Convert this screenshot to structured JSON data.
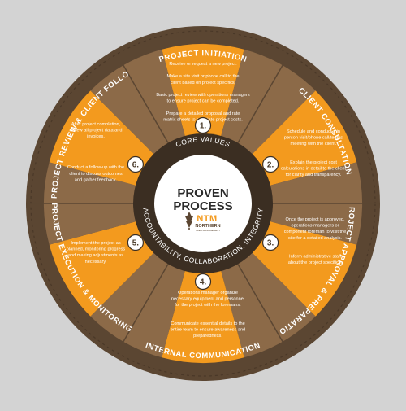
{
  "colors": {
    "background": "#d3d3d3",
    "outer_ring": "#5b4632",
    "orange": "#f39a1e",
    "brown": "#8c6a48",
    "core_ring": "#3b2e22",
    "center": "#ffffff",
    "text_dark": "#2b2b2b"
  },
  "ring_labels": {
    "top": "PROJECT INITIATION",
    "upper_right": "CLIENT CONSULTATION",
    "lower_right": "PROJECT APPROVAL & PREPARATION",
    "bottom": "INTERNAL COMMUNICATION",
    "lower_left": "PROJECT EXECUTION & MONITORING",
    "upper_left": "POST PROJECT REVIEW & CLIENT FOLLOW UP"
  },
  "steps": [
    {
      "number": "1.",
      "lines": [
        "Receive or request a new project.",
        "",
        "Make a site visit or phone call to the",
        "client based on project specifics.",
        "",
        "Basic project review with operations managers",
        "to ensure project can be completed.",
        "",
        "Prepare a detailed proposal and rate",
        "matrix sheets to calculate project costs."
      ]
    },
    {
      "number": "2.",
      "lines": [
        "Schedule and conduct a in",
        "person visit/phone call/teams",
        "meeting with the client.",
        "",
        "",
        "Explain the project cost",
        "calculations in detail to the client",
        "for clarity and transparency."
      ]
    },
    {
      "number": "3.",
      "lines": [
        "Once the project is approved,",
        "operations managers or",
        "component foreman to visit the",
        "site for a detailed analysis.",
        "",
        "",
        "Inform administrative staff",
        "about the project specifics."
      ]
    },
    {
      "number": "4.",
      "lines": [
        "Operations manager organize",
        "necessary equipment and personnel",
        "for the project with the foremans.",
        "",
        "",
        "Communicate essential details to the",
        "entire team to ensure awareness and",
        "preparedness."
      ]
    },
    {
      "number": "5.",
      "lines": [
        "Implement the project as",
        "planned, monitoring progress",
        "and making adjustments as",
        "necessary."
      ]
    },
    {
      "number": "6.",
      "lines": [
        "After project completion,",
        "review all project data and",
        "invoices.",
        "",
        "",
        "",
        "",
        "Conduct a follow-up with the",
        "client to discuss outcomes",
        "and gather feedback."
      ]
    }
  ],
  "core": {
    "top_label": "CORE VALUES",
    "bottom_label": "ACCOUNTABILITY, COLLABORATION, INTEGRITY"
  },
  "center": {
    "line1": "PROVEN",
    "line2": "PROCESS",
    "logo_mark": "NTM",
    "logo_name": "NORTHERN",
    "logo_sub": "TREE MANAGEMENT",
    "logo_icon": "tree-icon"
  }
}
